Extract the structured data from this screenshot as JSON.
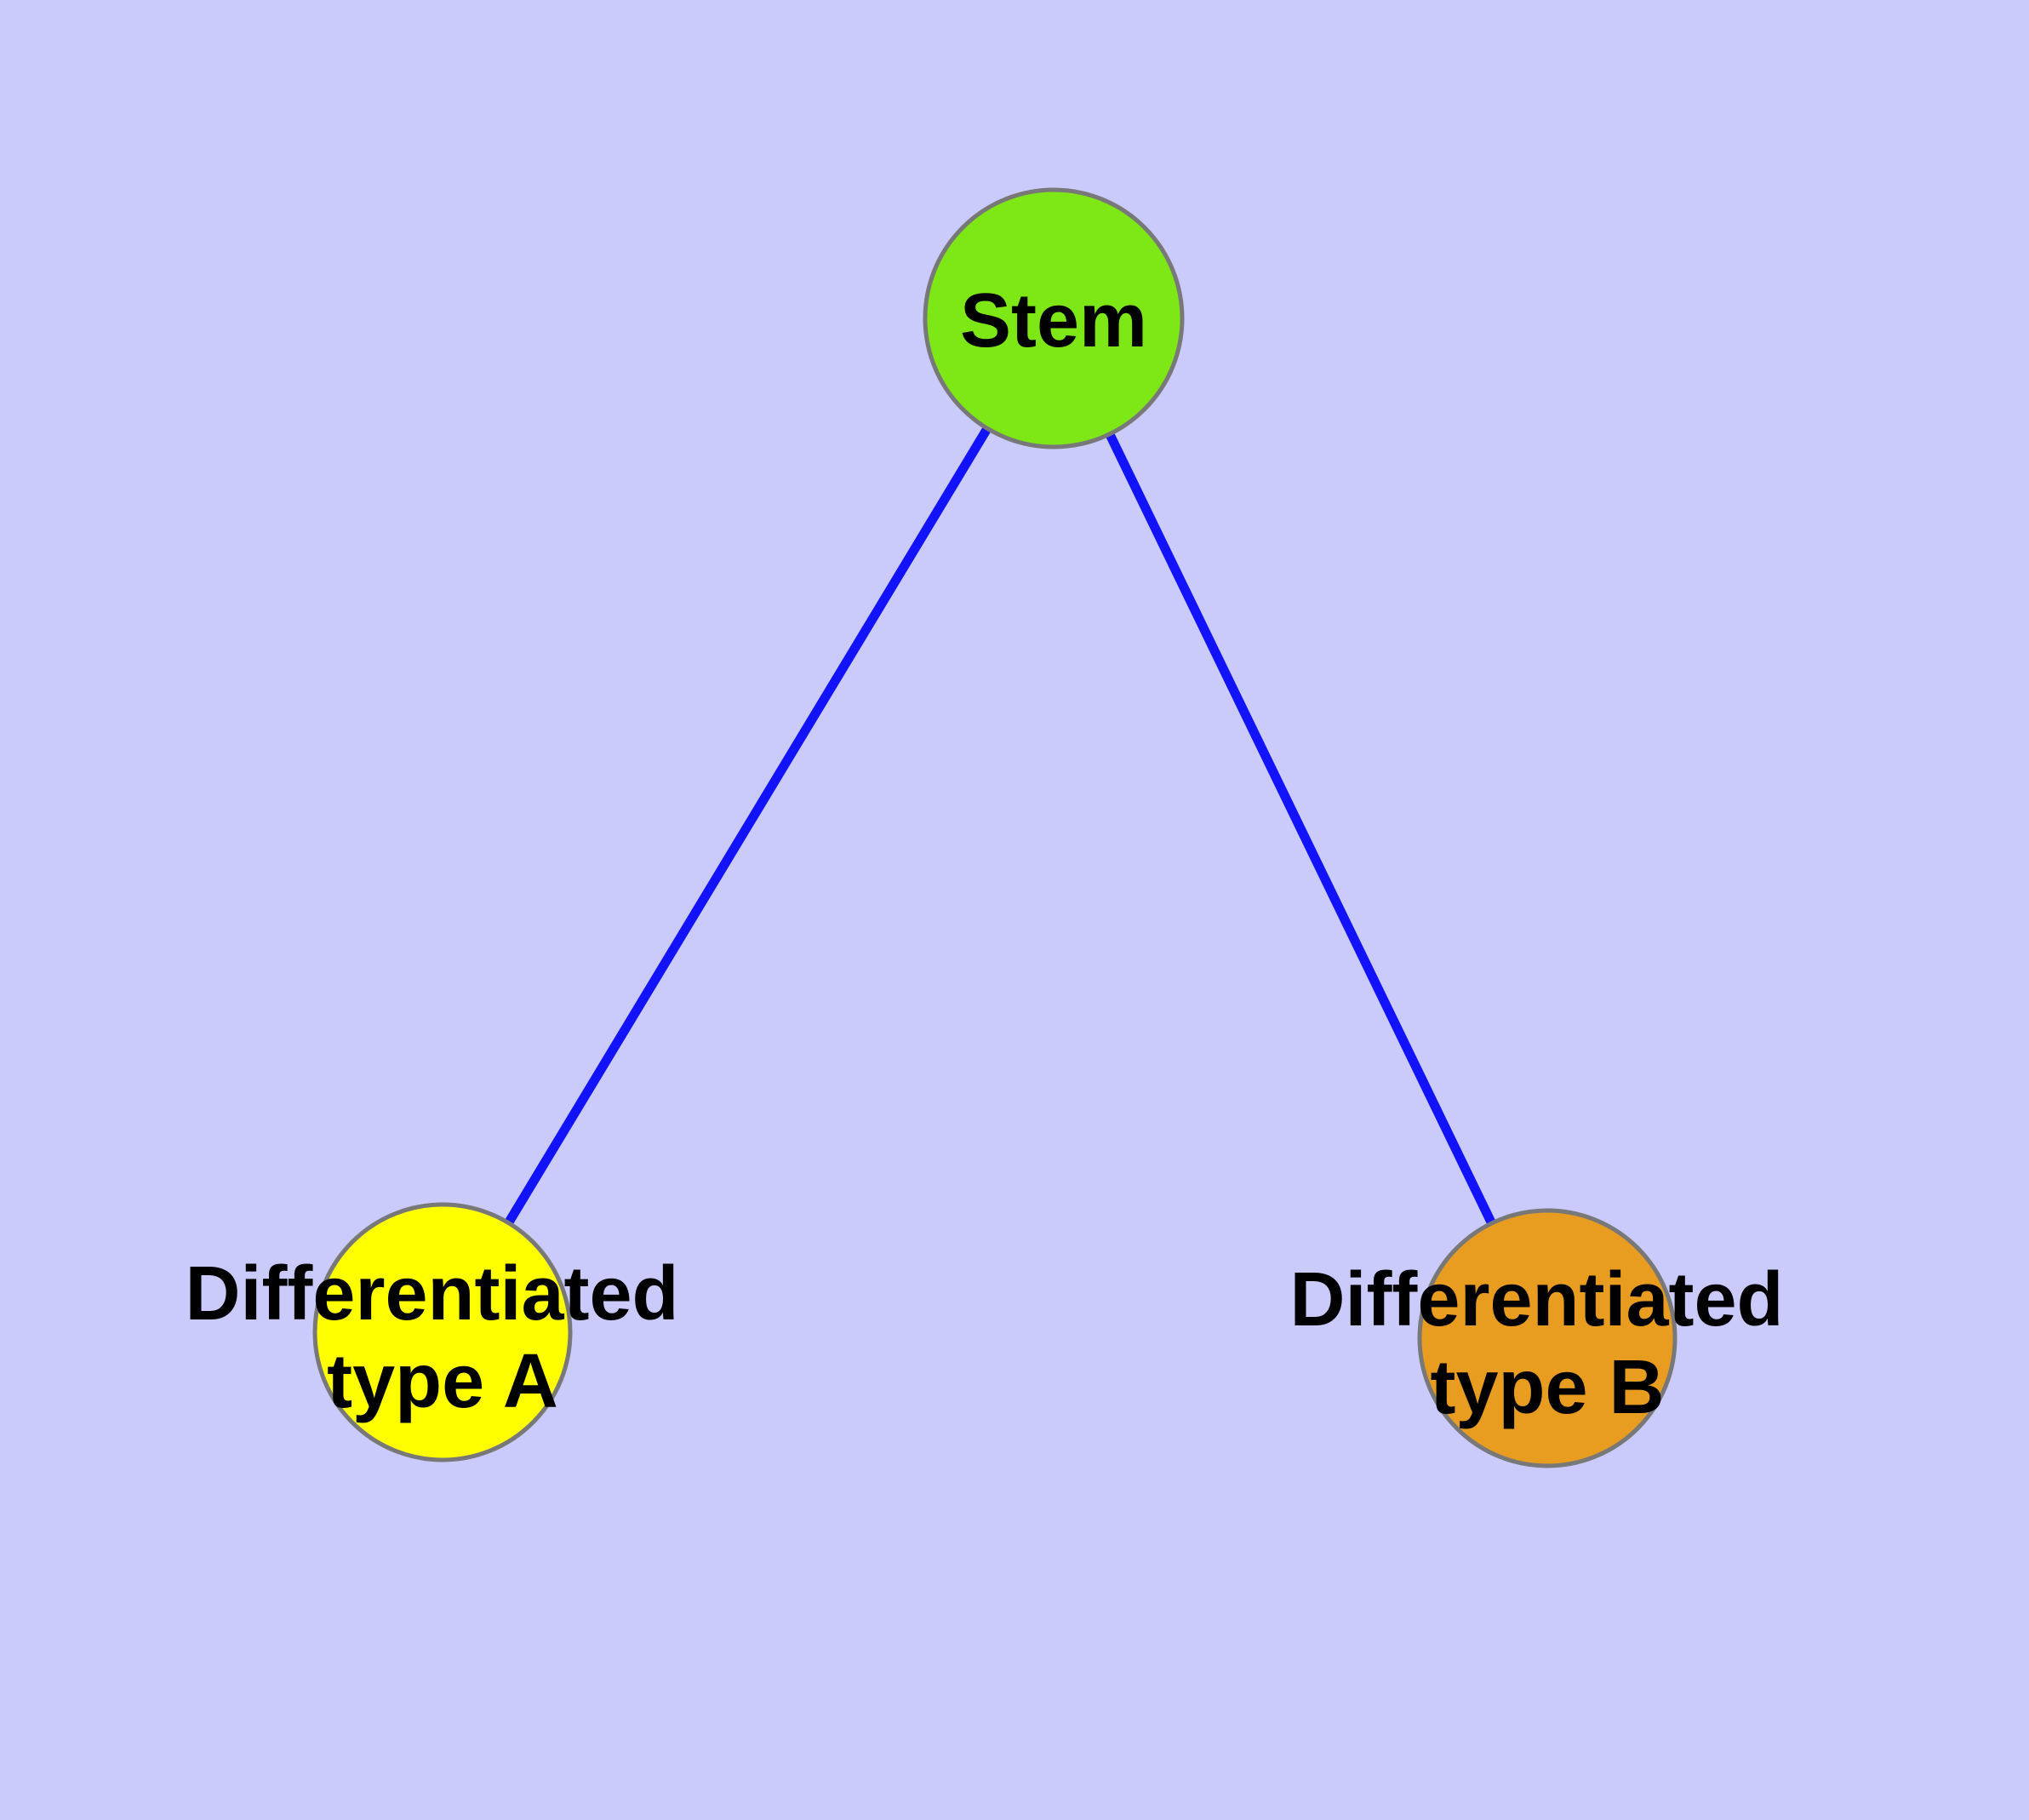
{
  "diagram": {
    "type": "node-link-graph",
    "background_color": "#CACBFB",
    "edge_color": "#1212FC",
    "node_border_color": "#787878",
    "label_color": "#000000",
    "nodes": {
      "stem": {
        "label": "Stem",
        "fill": "#7EE716"
      },
      "type_a": {
        "label": "Differentiated type A",
        "label_line1": "Differentiated",
        "label_line2": "type A",
        "fill": "#FFFF00"
      },
      "type_b": {
        "label": "Differentiated type B",
        "label_line1": "Differentiated",
        "label_line2": "type B",
        "fill": "#E89C20"
      }
    },
    "edges": [
      {
        "from": "Stem",
        "to": "Differentiated type A"
      },
      {
        "from": "Stem",
        "to": "Differentiated type B"
      }
    ]
  }
}
